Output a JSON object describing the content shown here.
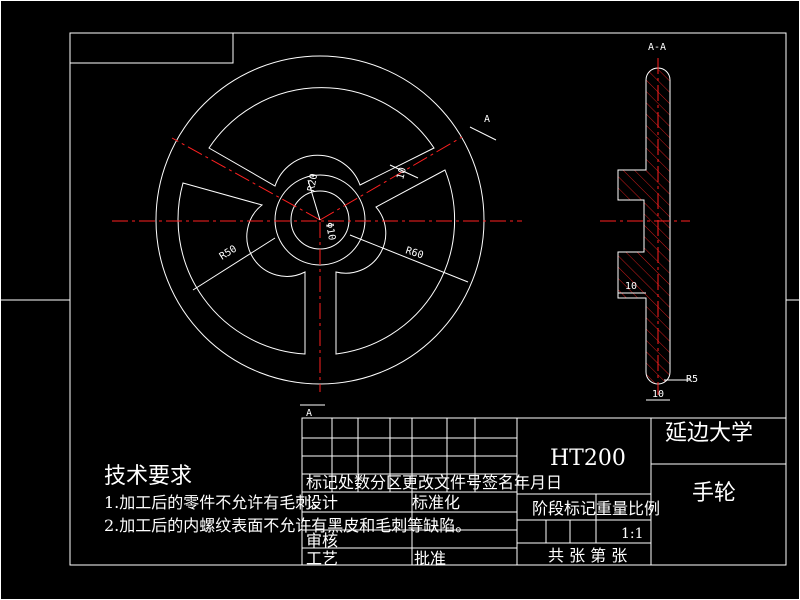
{
  "drawing": {
    "section_label": "A-A",
    "section_arrow_top": "A",
    "section_arrow_bottom": "A",
    "dims": {
      "r20": "R20",
      "d10": "10",
      "d10_hub": "Φ10",
      "r50": "R50",
      "r60": "R60",
      "side_10a": "10",
      "side_10b": "10",
      "r5": "R5"
    }
  },
  "notes": {
    "title": "技术要求",
    "line1": "1.加工后的零件不允许有毛刺。",
    "line2": "2.加工后的内螺纹表面不允许有黑皮和毛刺等缺陷。"
  },
  "title_block": {
    "material": "HT200",
    "school": "延边大学",
    "part_name": "手轮",
    "row_header": "标记处数分区更改文件号签名年月日",
    "design": "设计",
    "standard": "标准化",
    "stage": "阶段标记重量比例",
    "check": "审核",
    "process": "工艺",
    "approve": "批准",
    "scale": "1:1",
    "sheets": "共 张 第 张"
  },
  "colors": {
    "line": "#ffffff",
    "center": "#ff2020",
    "background": "#000000"
  }
}
